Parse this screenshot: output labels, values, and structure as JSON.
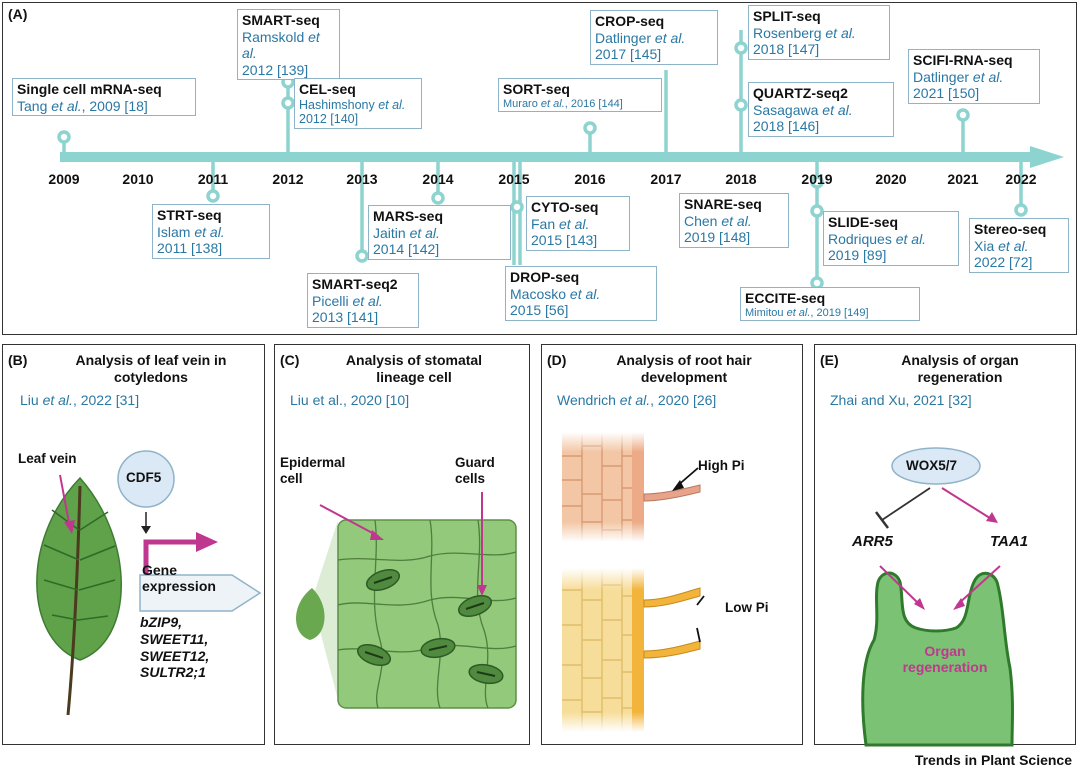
{
  "timeline": {
    "panel_label": "(A)",
    "years": [
      "2009",
      "2010",
      "2011",
      "2012",
      "2013",
      "2014",
      "2015",
      "2016",
      "2017",
      "2018",
      "2019",
      "2020",
      "2021",
      "2022"
    ],
    "methods": [
      {
        "id": "single-cell-mrna-seq",
        "name": "Single cell mRNA-seq",
        "author": "Tang",
        "etal": " et al.",
        "ref": ", 2009 [18]"
      },
      {
        "id": "smart-seq",
        "name": "SMART-seq",
        "author": "Ramskold",
        "etal": " et al.",
        "ref": "2012 [139]"
      },
      {
        "id": "cel-seq",
        "name": "CEL-seq",
        "author": "Hashimshony",
        "etal": " et al.",
        "ref": "2012 [140]"
      },
      {
        "id": "strt-seq",
        "name": "STRT-seq",
        "author": "Islam",
        "etal": " et al.",
        "ref": "2011 [138]"
      },
      {
        "id": "smart-seq2",
        "name": "SMART-seq2",
        "author": "Picelli",
        "etal": " et al.",
        "ref": "2013 [141]"
      },
      {
        "id": "mars-seq",
        "name": "MARS-seq",
        "author": "Jaitin",
        "etal": " et al.",
        "ref": "2014 [142]"
      },
      {
        "id": "cyto-seq",
        "name": "CYTO-seq",
        "author": "Fan",
        "etal": " et al.",
        "ref": "2015 [143]"
      },
      {
        "id": "drop-seq",
        "name": "DROP-seq",
        "author": "Macosko",
        "etal": " et al.",
        "ref": "2015 [56]"
      },
      {
        "id": "sort-seq",
        "name": "SORT-seq",
        "author": "Muraro",
        "etal": " et al.",
        "ref": ", 2016 [144]"
      },
      {
        "id": "crop-seq",
        "name": "CROP-seq",
        "author": "Datlinger",
        "etal": " et al.",
        "ref": "2017 [145]"
      },
      {
        "id": "split-seq",
        "name": "SPLIT-seq",
        "author": "Rosenberg",
        "etal": " et al.",
        "ref": "2018 [147]"
      },
      {
        "id": "quartz-seq2",
        "name": "QUARTZ-seq2",
        "author": "Sasagawa",
        "etal": " et al.",
        "ref": "2018 [146]"
      },
      {
        "id": "snare-seq",
        "name": "SNARE-seq",
        "author": "Chen",
        "etal": " et al.",
        "ref": "2019 [148]"
      },
      {
        "id": "slide-seq",
        "name": "SLIDE-seq",
        "author": "Rodriques",
        "etal": " et al.",
        "ref": "2019 [89]"
      },
      {
        "id": "eccite-seq",
        "name": "ECCITE-seq",
        "author": "Mimitou",
        "etal": " et al.",
        "ref": ", 2019 [149]"
      },
      {
        "id": "scifi-rna-seq",
        "name": "SCIFI-RNA-seq",
        "author": "Datlinger",
        "etal": " et al.",
        "ref": "2021 [150]"
      },
      {
        "id": "stereo-seq",
        "name": "Stereo-seq",
        "author": "Xia",
        "etal": " et al.",
        "ref": "2022 [72]"
      }
    ]
  },
  "panels": {
    "b": {
      "label": "(B)",
      "title_line1": "Analysis of  leaf vein in",
      "title_line2": "cotyledons",
      "cite_author": "Liu",
      "cite_etal": " et al.",
      "cite_ref": ", 2022 [31]",
      "leaf_vein": "Leaf vein",
      "cdf5": "CDF5",
      "gene": "Gene",
      "expression": "expression",
      "genes": [
        "bZIP9,",
        "SWEET11,",
        "SWEET12,",
        "SULTR2;1"
      ]
    },
    "c": {
      "label": "(C)",
      "title_line1": "Analysis of stomatal",
      "title_line2": "lineage cell",
      "cite_author": "Liu et al.",
      "cite_ref": ", 2020 [10]",
      "epidermal_1": "Epidermal",
      "epidermal_2": "cell",
      "guard_1": "Guard",
      "guard_2": "cells"
    },
    "d": {
      "label": "(D)",
      "title_line1": "Analysis of  root hair",
      "title_line2": "development",
      "cite_author": "Wendrich",
      "cite_etal": " et al.",
      "cite_ref": ", 2020 [26]",
      "high_pi": "High Pi",
      "low_pi": "Low Pi"
    },
    "e": {
      "label": "(E)",
      "title_line1": "Analysis of organ",
      "title_line2": "regeneration",
      "cite": "Zhai and Xu, 2021 [32]",
      "wox": "WOX5/7",
      "arr5": "ARR5",
      "taa1": "TAA1",
      "organ_1": "Organ",
      "organ_2": "regeneration"
    }
  },
  "footer": "Trends in Plant Science",
  "colors": {
    "timeline": "#8dd3cf",
    "box_border": "#8fb3c8",
    "cite": "#2a78a4",
    "arrow_magenta": "#c0378f",
    "leaf": "#5fa24a",
    "tissue": "#93c97a",
    "root_orange": "#f3c7a5",
    "root_yellow": "#f7dd9a",
    "organ": "#7cc275"
  }
}
